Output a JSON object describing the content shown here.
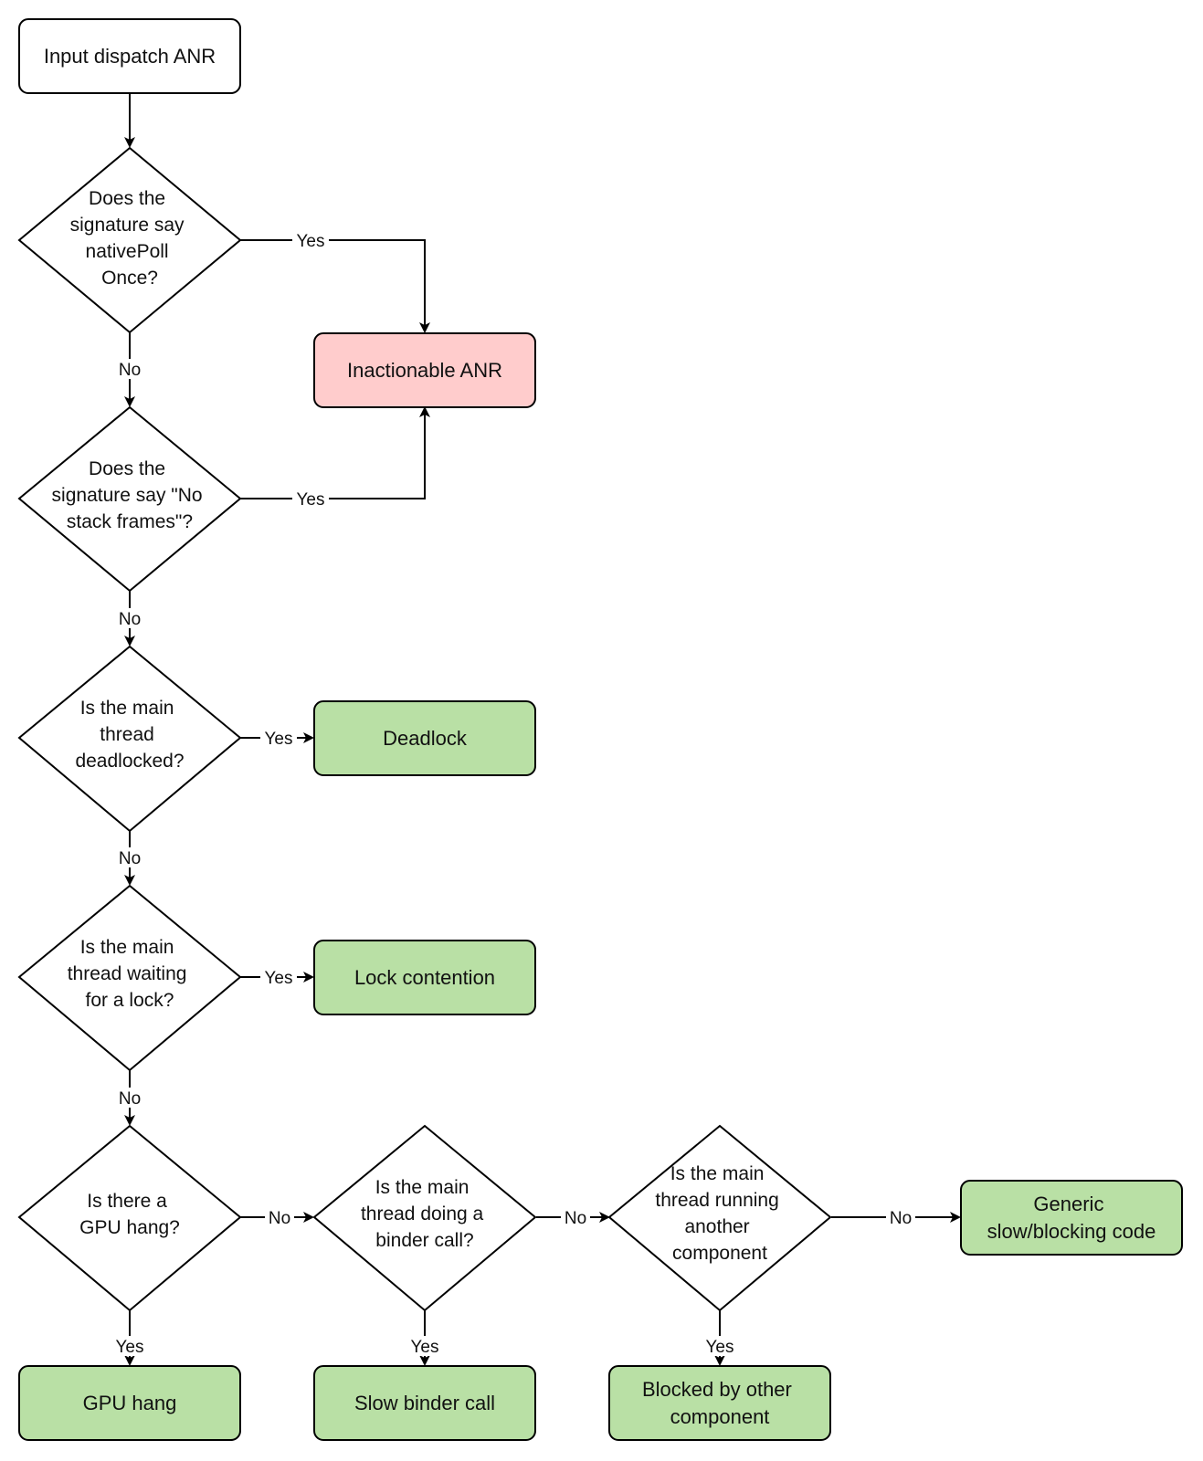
{
  "colors": {
    "terminal_fill": "#ffffff",
    "inactionable_fill": "#ffcccc",
    "outcome_fill": "#b9e0a5",
    "decision_fill": "#ffffff",
    "stroke": "#000000"
  },
  "nodes": {
    "start": {
      "lines": [
        "Input dispatch ANR"
      ]
    },
    "q_native_poll": {
      "lines": [
        "Does the",
        "signature say",
        "nativePoll",
        "Once?"
      ]
    },
    "inactionable": {
      "lines": [
        "Inactionable ANR"
      ]
    },
    "q_no_stack": {
      "lines": [
        "Does the",
        "signature say \"No",
        "stack frames\"?"
      ]
    },
    "q_deadlocked": {
      "lines": [
        "Is the main",
        "thread",
        "deadlocked?"
      ]
    },
    "deadlock": {
      "lines": [
        "Deadlock"
      ]
    },
    "q_lock": {
      "lines": [
        "Is the main",
        "thread waiting",
        "for a lock?"
      ]
    },
    "lock_contention": {
      "lines": [
        "Lock contention"
      ]
    },
    "q_gpu": {
      "lines": [
        "Is there a",
        "GPU hang?"
      ]
    },
    "q_binder": {
      "lines": [
        "Is the main",
        "thread doing a",
        "binder call?"
      ]
    },
    "q_component": {
      "lines": [
        "Is the main",
        "thread running",
        "another",
        "component"
      ]
    },
    "generic": {
      "lines": [
        "Generic",
        "slow/blocking code"
      ]
    },
    "gpu_hang": {
      "lines": [
        "GPU hang"
      ]
    },
    "slow_binder": {
      "lines": [
        "Slow binder call"
      ]
    },
    "blocked_component": {
      "lines": [
        "Blocked by other",
        "component"
      ]
    }
  },
  "edges": {
    "native_poll_yes": "Yes",
    "native_poll_no": "No",
    "no_stack_yes": "Yes",
    "no_stack_no": "No",
    "deadlocked_yes": "Yes",
    "deadlocked_no": "No",
    "lock_yes": "Yes",
    "lock_no": "No",
    "gpu_no": "No",
    "gpu_yes": "Yes",
    "binder_no": "No",
    "binder_yes": "Yes",
    "component_no": "No",
    "component_yes": "Yes"
  }
}
